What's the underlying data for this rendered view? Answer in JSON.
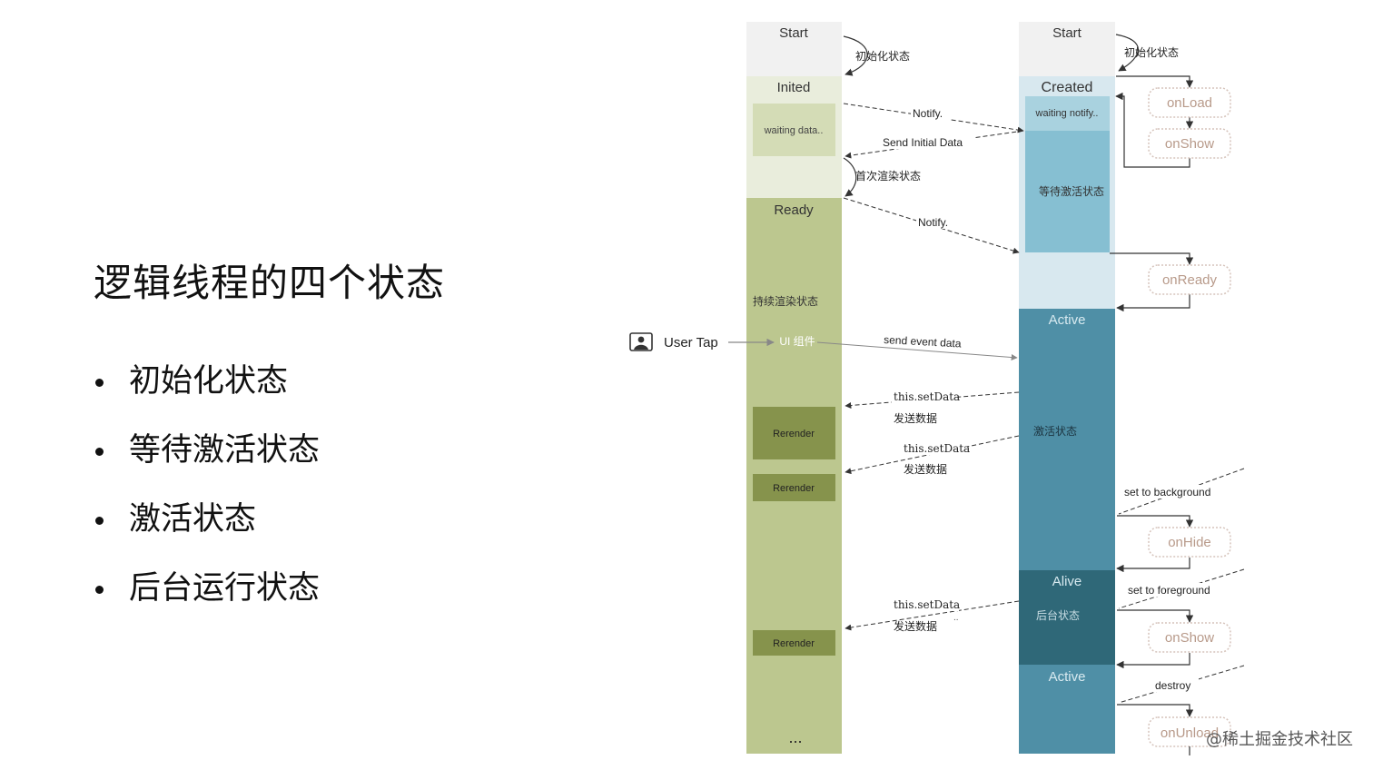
{
  "slide": {
    "title": "逻辑线程的四个状态",
    "bullets": [
      "初始化状态",
      "等待激活状态",
      "激活状态",
      "后台运行状态"
    ]
  },
  "diagram": {
    "left_column": {
      "start": "Start",
      "inited": "Inited",
      "waiting_data": "waiting data..",
      "ready": "Ready",
      "continuous_render": "持续渲染状态",
      "ui_component": "UI 组件",
      "rerender": "Rerender",
      "ellipsis": "..."
    },
    "right_column": {
      "start": "Start",
      "created": "Created",
      "waiting_notify": "waiting notify..",
      "waiting_activation": "等待激活状态",
      "active": "Active",
      "active_state": "激活状态",
      "alive": "Alive",
      "background_state": "后台状态"
    },
    "user_tap": "User Tap",
    "messages": {
      "init_left": "初始化状态",
      "init_right": "初始化状态",
      "notify1": "Notify.",
      "send_initial_data": "Send Initial Data",
      "first_render": "首次渲染状态",
      "notify2": "Notify.",
      "send_event_data": "send event data",
      "set_data": "this.setData",
      "send_data": "发送数据",
      "set_to_background": "set to background",
      "set_to_foreground": "set to foreground",
      "destroy": "destroy",
      "dots": ".."
    },
    "lifecycle": {
      "on_load": "onLoad",
      "on_show": "onShow",
      "on_ready": "onReady",
      "on_hide": "onHide",
      "on_unload": "onUnload"
    }
  },
  "watermark": "@稀土掘金技术社区",
  "colors": {
    "start_bg": "#f1f1f1",
    "inited_bg": "#e9eddc",
    "ready_bg": "#bcc78f",
    "rerender_bg": "#86934c",
    "created_bg": "#d8e8ef",
    "waiting_bg": "#86bfd2",
    "active_bg": "#4f8fa6",
    "alive_bg": "#2f6878",
    "lifecycle_text": "#b89a8a"
  }
}
